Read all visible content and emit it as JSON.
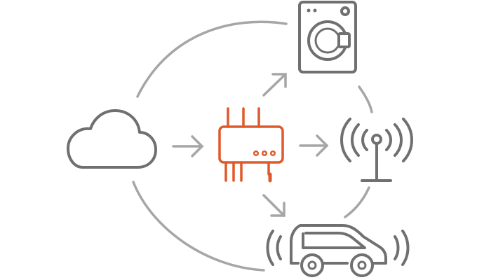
{
  "diagram": {
    "nodes": [
      {
        "id": "cloud",
        "icon": "cloud-icon"
      },
      {
        "id": "gateway",
        "icon": "iot-gateway-icon"
      },
      {
        "id": "washer",
        "icon": "washing-machine-icon"
      },
      {
        "id": "antenna",
        "icon": "antenna-tower-icon"
      },
      {
        "id": "car",
        "icon": "connected-car-icon"
      }
    ],
    "edges": [
      {
        "from": "cloud",
        "to": "gateway",
        "style": "arrow"
      },
      {
        "from": "gateway",
        "to": "washer",
        "style": "arrow"
      },
      {
        "from": "gateway",
        "to": "antenna",
        "style": "arrow"
      },
      {
        "from": "gateway",
        "to": "car",
        "style": "arrow"
      },
      {
        "from": "cloud",
        "to": "washer",
        "style": "arc"
      },
      {
        "from": "cloud",
        "to": "car",
        "style": "arc"
      },
      {
        "from": "washer",
        "to": "antenna",
        "style": "dashed-arc"
      },
      {
        "from": "antenna",
        "to": "car",
        "style": "dashed-arc"
      }
    ],
    "colors": {
      "icon": "#707070",
      "connector": "#a6a6a6",
      "accent": "#e0592a",
      "background": "#ffffff"
    }
  }
}
